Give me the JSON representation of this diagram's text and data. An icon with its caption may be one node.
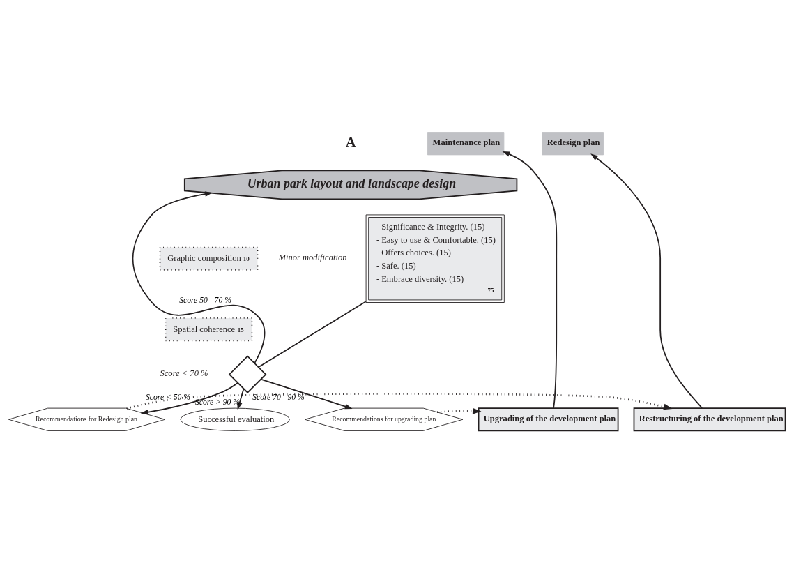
{
  "diagram": {
    "nodes": [
      {
        "text": [
          "Redesign plan"
        ]
      },
      {
        "text": [
          "Maintenance plan"
        ]
      },
      {
        "text": [
          "Urban park layout and landscape design"
        ]
      },
      {
        "text": [
          "Graphic composition",
          "10"
        ]
      },
      {
        "text": [
          "Spatial coherence",
          "15"
        ]
      },
      {
        "text": [
          "- Significance & Integrity. (15)",
          "- Easy to use & Comfortable. (15)",
          "- Offers choices. (15)",
          "- Safe. (15)",
          "- Embrace diversity. (15)",
          "75"
        ]
      },
      {
        "text": [],
        "shape": "diamond"
      },
      {
        "text": [
          "Recommendations for Redesign plan"
        ]
      },
      {
        "text": [
          "Recommendations for upgrading plan"
        ]
      },
      {
        "text": [
          "Successful evaluation"
        ]
      },
      {
        "text": [
          "Restructuring of the development plan"
        ]
      },
      {
        "text": [
          "Upgrading of the development plan"
        ]
      }
    ],
    "edges": [
      {
        "from": 5,
        "to": 6,
        "arrow": "none"
      },
      {
        "from": 6,
        "to": 2,
        "arrow": "to",
        "label": "Score 50 - 70 %"
      },
      {
        "from": 6,
        "to": 7,
        "arrow": "to",
        "label": "Score < 50 %"
      },
      {
        "from": 6,
        "to": 8,
        "arrow": "to",
        "label": "Score 70 - 90 %"
      },
      {
        "from": 6,
        "to": 9,
        "arrow": "to",
        "label": "Score > 90 %"
      },
      {
        "from": 7,
        "to": 10,
        "arrow": "to",
        "style": "dashed"
      },
      {
        "from": 8,
        "to": 11,
        "arrow": "to",
        "style": "dashed"
      },
      {
        "from": 10,
        "to": 0,
        "arrow": "to"
      },
      {
        "from": 11,
        "to": 1,
        "arrow": "to"
      }
    ],
    "labels": [
      "A",
      "Minor modification",
      "Score < 70 %"
    ]
  }
}
